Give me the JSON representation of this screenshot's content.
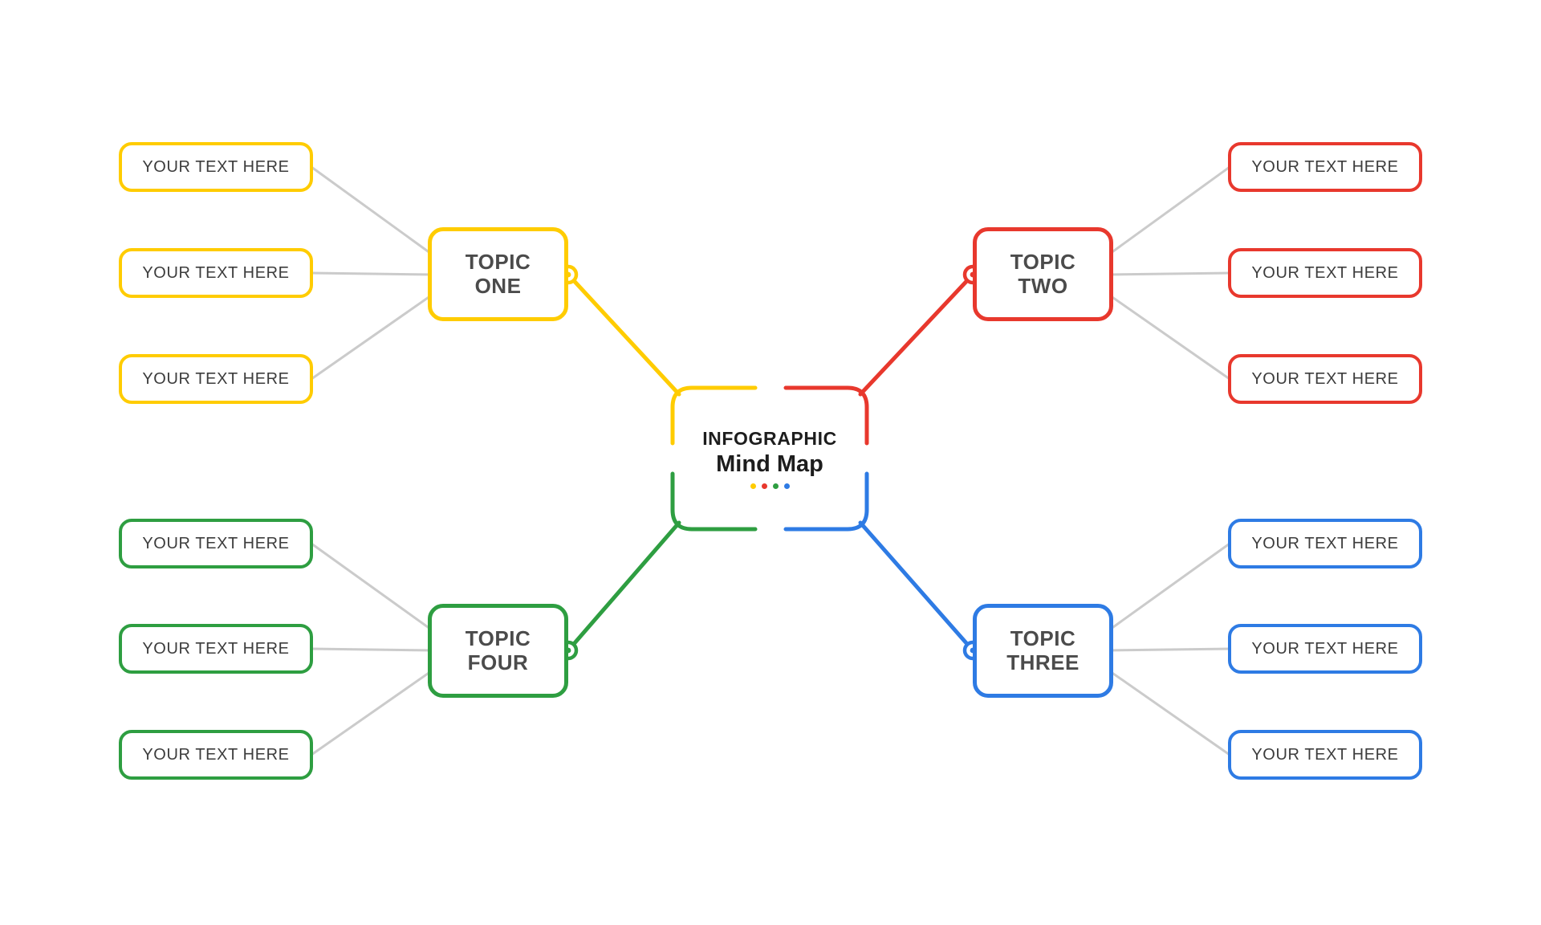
{
  "title": "Infographic Mind Map",
  "colors": {
    "background": "#FFFFFF",
    "yellow": "#FFCC00",
    "red": "#E8382D",
    "green": "#2E9E41",
    "blue": "#2E7BE4",
    "connector_gray": "#CBCBCB",
    "leaf_text": "#3C3C3C",
    "topic_text": "#4B4B4B",
    "center_text": "#1D1D1D"
  },
  "center": {
    "line1": "INFOGRAPHIC",
    "line2": "Mind Map"
  },
  "topics": {
    "one": {
      "line1": "TOPIC",
      "line2": "ONE",
      "color": "#FFCC00"
    },
    "two": {
      "line1": "TOPIC",
      "line2": "TWO",
      "color": "#E8382D"
    },
    "three": {
      "line1": "TOPIC",
      "line2": "THREE",
      "color": "#2E7BE4"
    },
    "four": {
      "line1": "TOPIC",
      "line2": "FOUR",
      "color": "#2E9E41"
    }
  },
  "leaves": {
    "one": [
      "YOUR TEXT HERE",
      "YOUR TEXT HERE",
      "YOUR TEXT HERE"
    ],
    "two": [
      "YOUR TEXT HERE",
      "YOUR TEXT HERE",
      "YOUR TEXT HERE"
    ],
    "three": [
      "YOUR TEXT HERE",
      "YOUR TEXT HERE",
      "YOUR TEXT HERE"
    ],
    "four": [
      "YOUR TEXT HERE",
      "YOUR TEXT HERE",
      "YOUR TEXT HERE"
    ]
  }
}
